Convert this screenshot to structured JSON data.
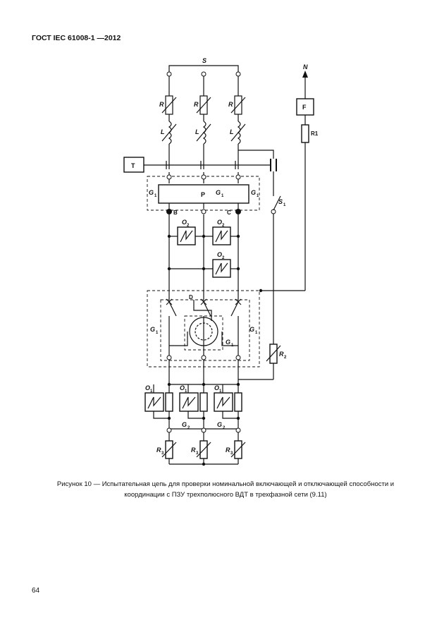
{
  "header": {
    "doc_id": "ГОСТ IEC 61008-1 —2012"
  },
  "figure": {
    "labels": {
      "S": "S",
      "N": "N",
      "F": "F",
      "R1": "R1",
      "T": "T",
      "P": "P",
      "B": "B",
      "C": "C",
      "D": "D",
      "R": "R",
      "L": "L",
      "G1": "G",
      "G1_sub": "1",
      "G2": "G",
      "G2_sub": "2",
      "S1": "S",
      "S1_sub": "1",
      "O1": "O",
      "O1_sub": "1",
      "O2": "O",
      "O2_sub": "2",
      "R2": "R",
      "R2_sub": "2",
      "R3": "R",
      "R3_sub": "3"
    }
  },
  "caption": {
    "line1": "Рисунок 10 — Испытательная цепь для проверки номинальной включающей и отключающей способности и",
    "line2": "координации с ПЗУ трехполюсного ВДТ в трехфазной сети (9.11)"
  },
  "page_number": "64"
}
